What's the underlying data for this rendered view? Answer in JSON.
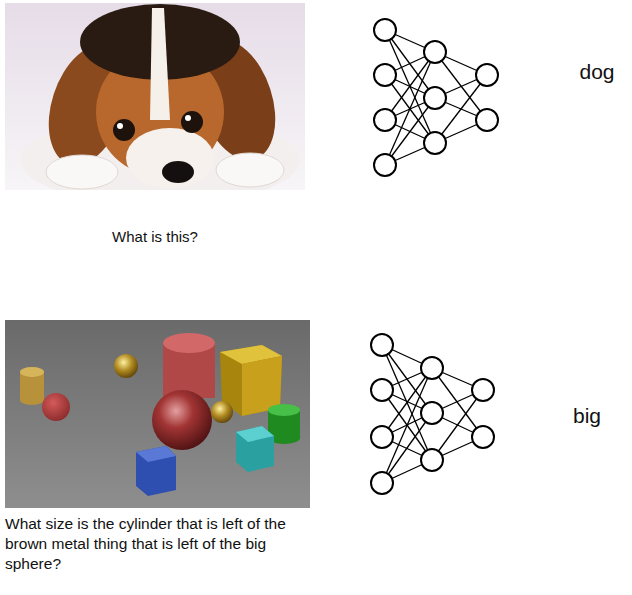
{
  "diagram": {
    "labels": [
      "dog",
      "What is this?",
      "big",
      "What size is the cylinder that is left of the brown metal thing that is left of the big sphere?"
    ]
  }
}
